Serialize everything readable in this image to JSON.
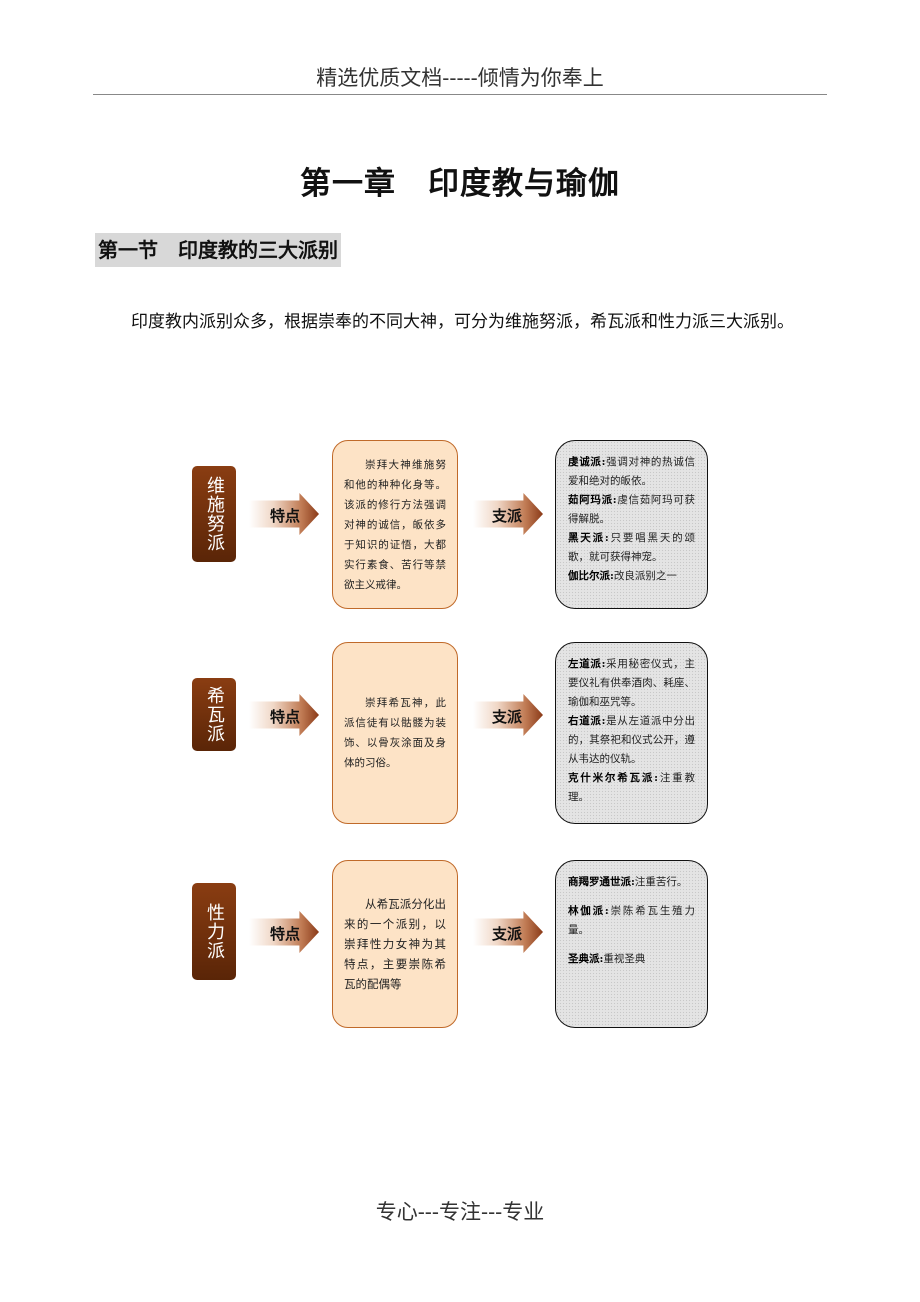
{
  "header": "精选优质文档-----倾情为你奉上",
  "chapter_title": "第一章　印度教与瑜伽",
  "section_title": "第一节　印度教的三大派别",
  "intro": "印度教内派别众多，根据崇奉的不同大神，可分为维施努派，希瓦派和性力派三大派别。",
  "labels": {
    "feature": "特点",
    "branch": "支派"
  },
  "sects": [
    {
      "name": "维施努派",
      "feature": "崇拜大神维施努和他的种种化身等。该派的修行方法强调对神的诚信，皈依多于知识的证悟，大都实行素食、苦行等禁欲主义戒律。",
      "branches": [
        {
          "name": "虔诚派:",
          "desc": "强调对神的热诚信爱和绝对的皈依。"
        },
        {
          "name": "茹阿玛派:",
          "desc": "虔信茹阿玛可获得解脱。"
        },
        {
          "name": "黑天派:",
          "desc": "只要唱黑天的颂歌，就可获得神宠。"
        },
        {
          "name": "伽比尔派:",
          "desc": "改良派别之一"
        }
      ]
    },
    {
      "name": "希瓦派",
      "feature": "崇拜希瓦神，此派信徒有以骷髅为装饰、以骨灰涂面及身体的习俗。",
      "branches": [
        {
          "name": "左道派:",
          "desc": "采用秘密仪式，主要仪礼有供奉酒肉、耗座、瑜伽和巫咒等。"
        },
        {
          "name": "右道派:",
          "desc": "是从左道派中分出的，其祭祀和仪式公开，遵从韦达的仪轨。"
        },
        {
          "name": "克什米尔希瓦派:",
          "desc": "注重教理。"
        }
      ]
    },
    {
      "name": "性力派",
      "feature": "从希瓦派分化出来的一个派别，以崇拜性力女神为其特点，主要崇陈希瓦的配偶等",
      "branches": [
        {
          "name": "商羯罗通世派:",
          "desc": "注重苦行。"
        },
        {
          "name": "林伽派:",
          "desc": "崇陈希瓦生殖力量。"
        },
        {
          "name": "圣典派:",
          "desc": "重视圣典"
        }
      ]
    }
  ],
  "footer": "专心---专注---专业"
}
